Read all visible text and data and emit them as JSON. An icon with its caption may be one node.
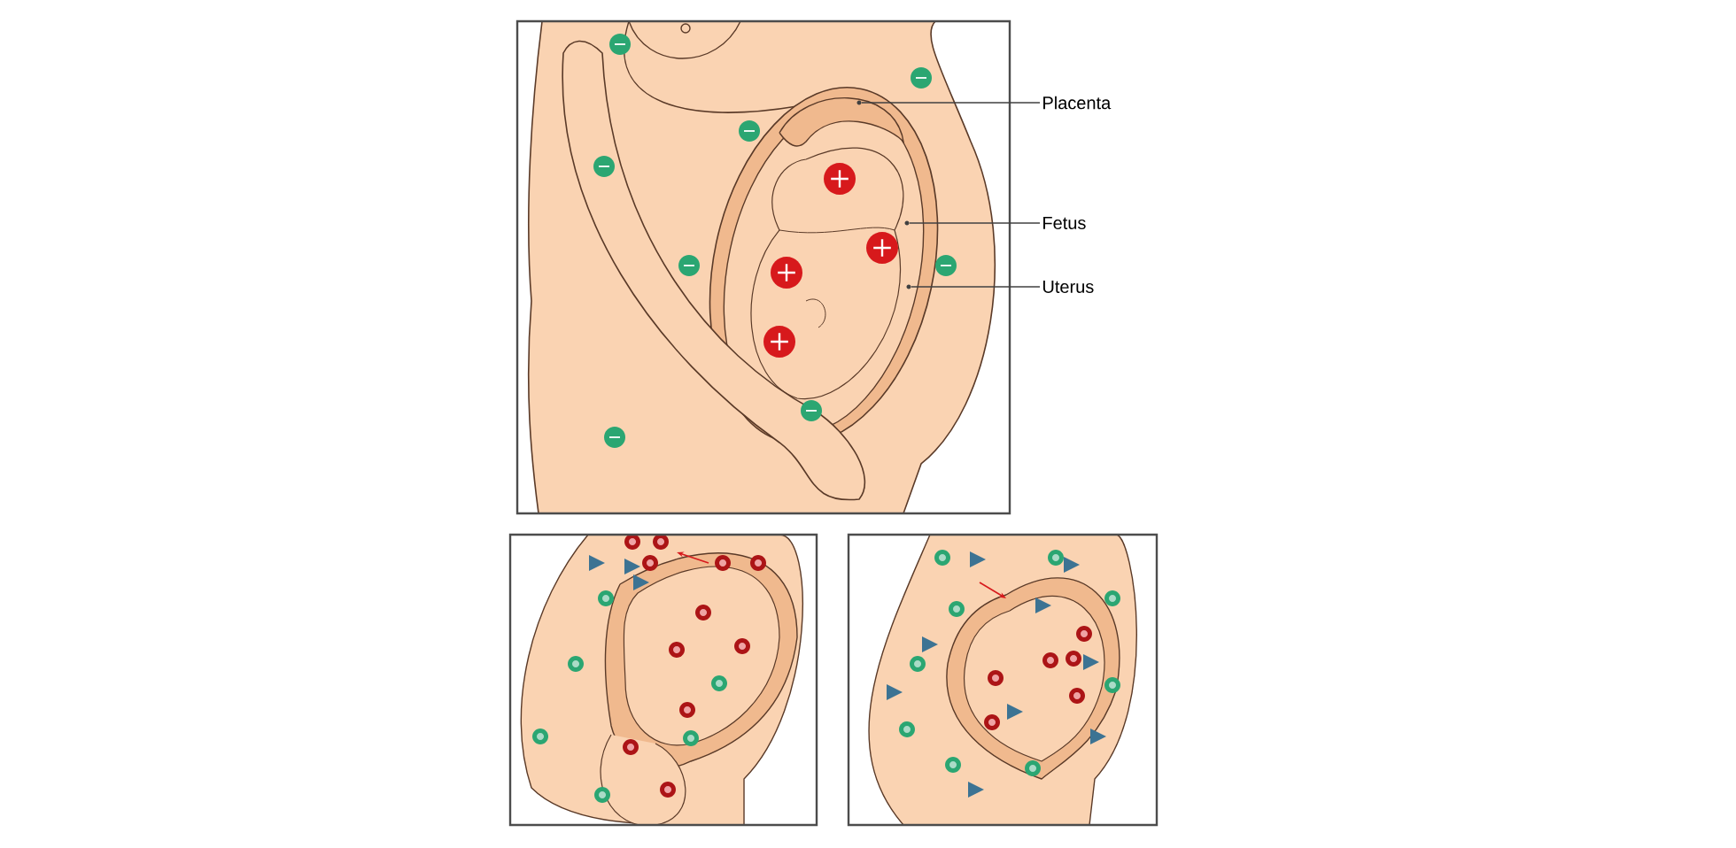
{
  "diagram": {
    "nodes": [
      {
        "text": [
          "Placenta"
        ]
      },
      {
        "text": [
          "Fetus"
        ]
      },
      {
        "text": [
          "Uterus"
        ]
      },
      {
        "text": [],
        "shape": "picture"
      },
      {
        "text": [],
        "shape": "picture"
      },
      {
        "text": [],
        "shape": "picture"
      }
    ],
    "edges": [
      {
        "from": 0,
        "to": 3,
        "arrow": "none"
      },
      {
        "from": 1,
        "to": 4,
        "arrow": "none"
      },
      {
        "from": 2,
        "to": 5,
        "arrow": "none"
      }
    ]
  }
}
